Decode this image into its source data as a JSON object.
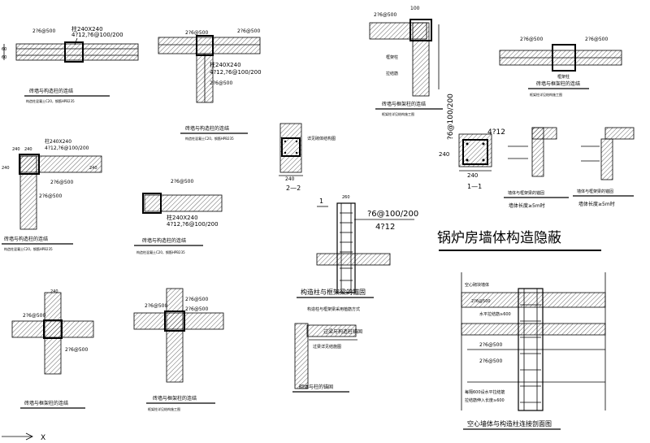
{
  "drawing_title": "锅炉房墙体构造隐蔽",
  "details": {
    "d1": {
      "title": "砖墙与构造柱的连结",
      "note": "构造柱混凝土C20，钢筋HPB235",
      "dims": [
        "2?6@500",
        "柱240X240",
        "4?12,?6@100/200"
      ],
      "side": [
        "60",
        "60"
      ]
    },
    "d2": {
      "title": "砖墙与构造柱的连结",
      "note": "构造柱混凝土C20，钢筋HPB235",
      "dims": [
        "2?6@500",
        "2?6@500",
        "柱240X240",
        "4?12,?6@100/200",
        "2?6@500"
      ]
    },
    "d3": {
      "title": "砖墙与框架柱的连结",
      "note": "框架柱详见结构施工图",
      "dims": [
        "2?6@500",
        "100",
        "框架柱",
        "拉结筋"
      ]
    },
    "d4": {
      "title": "砖墙与框架柱的连结",
      "note": "框架柱详见结构施工图",
      "dims": [
        "2?6@500",
        "2?6@500",
        "框架柱"
      ]
    },
    "d5": {
      "title": "砖墙与构造柱的连结",
      "note": "构造柱混凝土C20，钢筋HPB235",
      "dims": [
        "240",
        "240",
        "柱240X240",
        "4?12,?6@100/200",
        "2?6@500",
        "2?6@500",
        "240",
        "240"
      ]
    },
    "d6": {
      "title": "砖墙与构造柱的连结",
      "note": "构造柱混凝土C20，钢筋HPB235",
      "dims": [
        "2?6@500",
        "柱240X240",
        "4?12,?6@100/200"
      ]
    },
    "d7": {
      "title": "砖墙与框架柱的连结",
      "dims": [
        "2?6@500",
        "2?6@500",
        "240"
      ]
    },
    "d8": {
      "title": "砖墙与框架柱的连结",
      "note": "框架柱详见结构施工图",
      "dims": [
        "2?6@500",
        "2?6@500",
        "2?6@500"
      ]
    },
    "sec22": {
      "label": "2—2",
      "dim": "240",
      "note": "详见砌体结构图"
    },
    "sec11": {
      "label": "1—1",
      "dims": [
        "?6@100/200",
        "4?12",
        "240",
        "240"
      ]
    },
    "sec1": {
      "mark": "1",
      "dims": [
        "?6@100/200",
        "4?12",
        "260"
      ],
      "title": "构造柱与框架梁的锚固",
      "note": "构造柱与框架梁采用植筋方式"
    },
    "parapet": {
      "left_title": "墙体与框架梁的锚固",
      "left_note": "墙体长度≥5m时",
      "right_title": "墙体与框架梁的锚固",
      "right_note": "墙体长度≥5m时"
    },
    "lintel": {
      "title": "过梁与构造柱锚固",
      "note": "过梁详见结施图",
      "title2": "砌体与柱的锚固"
    },
    "hollow": {
      "title": "空心墙体与构造柱连接剖面图",
      "labels": [
        "空心砌块墙体",
        "2?6@500",
        "2?6@500",
        "水平拉结筋≥600",
        "2?6@500",
        "每隔600设水平拉结筋",
        "拉结筋伸入长度≥600"
      ]
    }
  },
  "north_arrow": "X"
}
